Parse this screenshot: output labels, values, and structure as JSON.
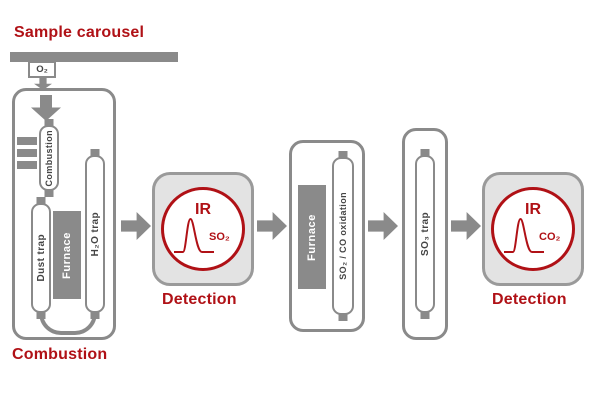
{
  "carousel": {
    "label": "Sample carousel",
    "o2": "O₂"
  },
  "combustion": {
    "tube": "Combustion",
    "dust_trap": "Dust trap",
    "furnace": "Furnace",
    "h2o_trap": "H₂O trap",
    "section_label": "Combustion"
  },
  "detection_so2": {
    "ir": "IR",
    "gas": "SO₂",
    "section_label": "Detection"
  },
  "oxidation": {
    "furnace": "Furnace",
    "tube": "SO₂ / CO oxidation"
  },
  "trap": {
    "tube": "SO₃ trap"
  },
  "detection_co2": {
    "ir": "IR",
    "gas": "CO₂",
    "section_label": "Detection"
  },
  "colors": {
    "accent_red": "#b01116",
    "gray": "#8a8a8a",
    "panel_gray": "#e3e3e3"
  }
}
